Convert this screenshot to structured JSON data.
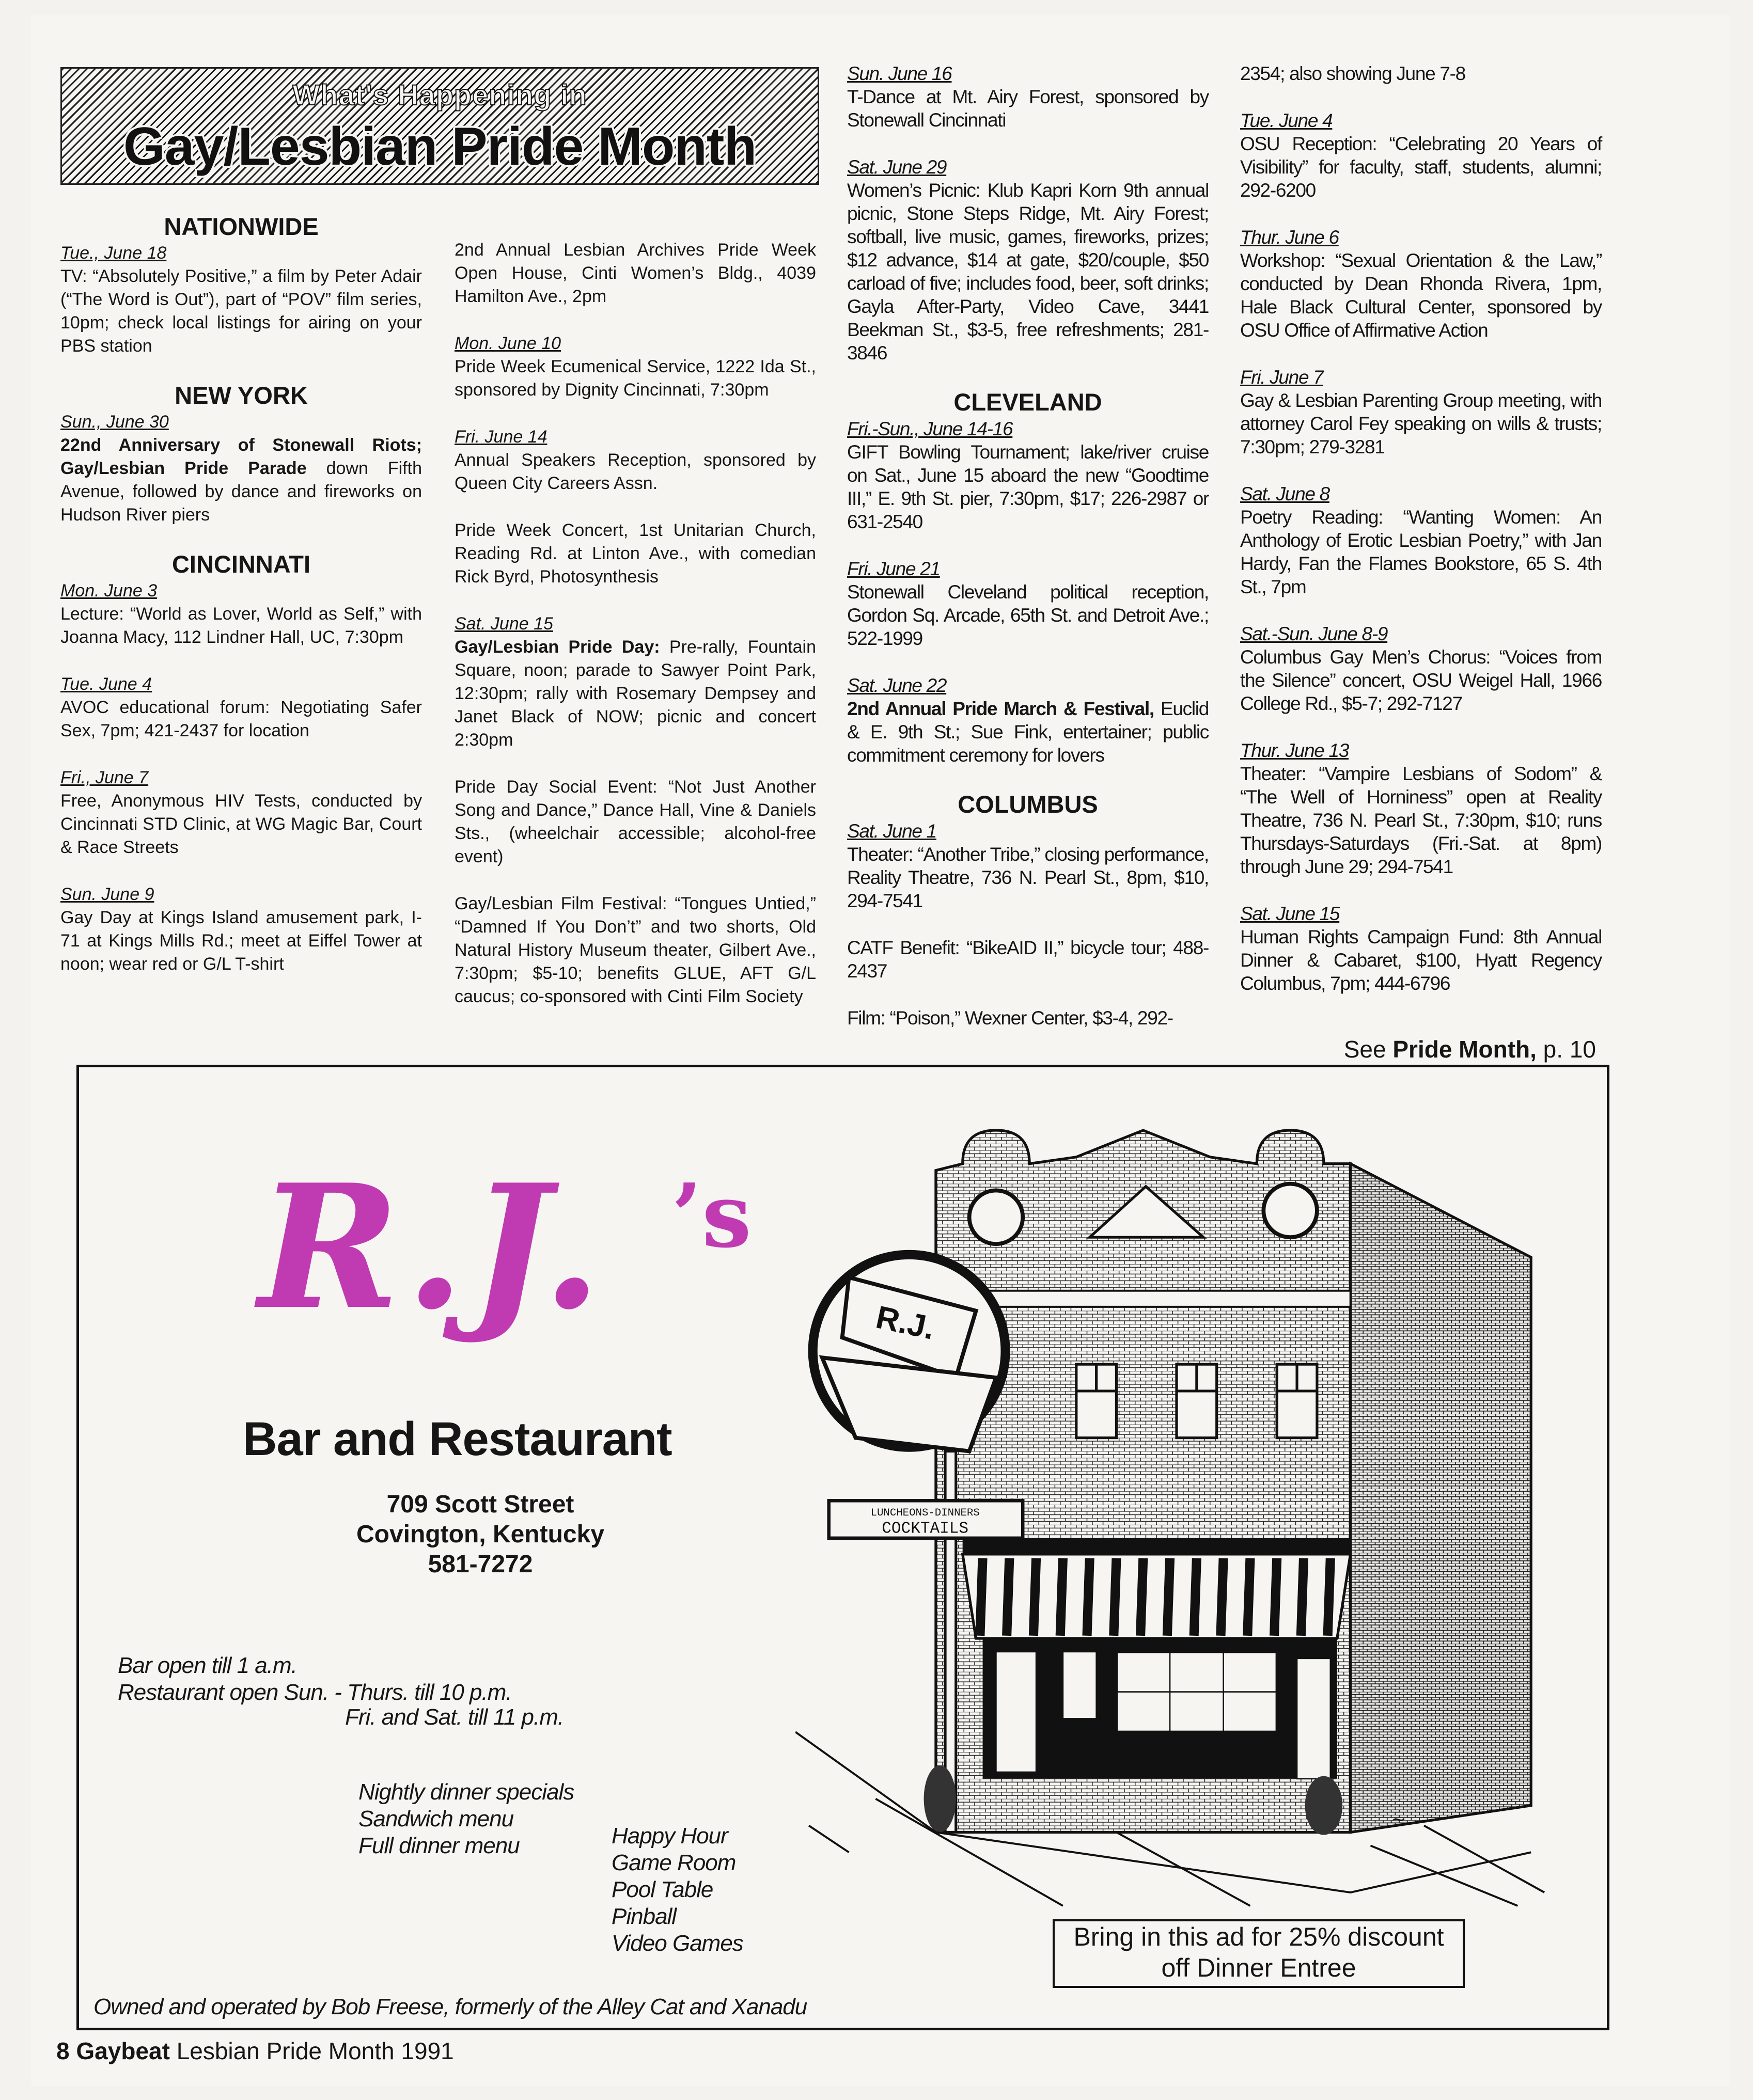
{
  "header": {
    "line1": "What's Happening in",
    "line2": "Gay/Lesbian Pride Month"
  },
  "columns": [
    {
      "items": [
        {
          "type": "heading",
          "text": "NATIONWIDE"
        },
        {
          "type": "entry",
          "date": "Tue., June 18",
          "text": "TV: “Absolutely Positive,” a film by Peter Adair (“The Word is Out”), part of “POV” film series, 10pm; check local listings for airing on your PBS station"
        },
        {
          "type": "heading",
          "text": "NEW YORK"
        },
        {
          "type": "entry",
          "date": "Sun., June 30",
          "lead": "22nd Anniversary of Stonewall Riots; Gay/Lesbian Pride Parade",
          "text": " down Fifth Avenue, followed by dance and fireworks on Hudson River piers"
        },
        {
          "type": "heading",
          "text": "CINCINNATI"
        },
        {
          "type": "entry",
          "date": "Mon. June 3",
          "text": "Lecture: “World as Lover, World as Self,” with Joanna Macy, 112 Lindner Hall, UC, 7:30pm"
        },
        {
          "type": "entry",
          "date": "Tue. June 4",
          "text": "AVOC educational forum: Negotiating Safer Sex, 7pm; 421-2437 for location"
        },
        {
          "type": "entry",
          "date": "Fri., June 7",
          "text": "Free, Anonymous HIV Tests, conducted by Cincinnati STD Clinic, at WG Magic Bar, Court & Race Streets"
        },
        {
          "type": "entry",
          "date": "Sun. June 9",
          "text": "Gay Day at Kings Island amusement park, I-71 at Kings Mills Rd.; meet at Eiffel Tower at noon; wear red or G/L T-shirt"
        }
      ]
    },
    {
      "items": [
        {
          "type": "entry",
          "text": "2nd Annual Lesbian Archives Pride Week Open House, Cinti Women’s Bldg., 4039 Hamilton Ave., 2pm"
        },
        {
          "type": "entry",
          "date": "Mon. June 10",
          "text": "Pride Week Ecumenical Service, 1222 Ida St., sponsored by Dignity Cincinnati, 7:30pm"
        },
        {
          "type": "entry",
          "date": "Fri. June 14",
          "text": "Annual Speakers Reception, sponsored by Queen City Careers Assn."
        },
        {
          "type": "entry",
          "text": "Pride Week Concert, 1st Unitarian Church, Reading Rd. at Linton Ave., with comedian Rick Byrd, Photosynthesis"
        },
        {
          "type": "entry",
          "date": "Sat. June 15",
          "lead": "Gay/Lesbian Pride Day:",
          "text": " Pre-rally, Fountain Square, noon; parade to Sawyer Point Park, 12:30pm; rally with Rosemary Dempsey and Janet Black of NOW; picnic and concert 2:30pm"
        },
        {
          "type": "entry",
          "text": "Pride Day Social Event: “Not Just Another Song and Dance,” Dance Hall, Vine & Daniels Sts., (wheelchair accessible; alcohol-free event)"
        },
        {
          "type": "entry",
          "text": "Gay/Lesbian Film Festival: “Tongues Untied,” “Damned If You Don’t” and two shorts, Old Natural History Museum theater, Gilbert Ave., 7:30pm; $5-10; benefits GLUE, AFT G/L caucus; co-sponsored with Cinti Film Society"
        }
      ]
    },
    {
      "items": [
        {
          "type": "entry",
          "date": "Sun. June 16",
          "text": "T-Dance at Mt. Airy Forest, sponsored by Stonewall Cincinnati"
        },
        {
          "type": "entry",
          "date": "Sat. June 29",
          "text": "Women’s Picnic: Klub Kapri Korn 9th annual picnic, Stone Steps Ridge, Mt. Airy Forest; softball, live music, games, fireworks, prizes; $12 advance, $14 at gate, $20/couple, $50 carload of five; includes food, beer, soft drinks; Gayla After-Party, Video Cave, 3441 Beekman St., $3-5, free refreshments; 281-3846"
        },
        {
          "type": "heading",
          "text": "CLEVELAND"
        },
        {
          "type": "entry",
          "date": "Fri.-Sun., June 14-16",
          "text": "GIFT Bowling Tournament; lake/river cruise on Sat., June 15 aboard the new “Goodtime III,” E. 9th St. pier, 7:30pm, $17; 226-2987 or 631-2540"
        },
        {
          "type": "entry",
          "date": "Fri. June 21",
          "text": "Stonewall Cleveland political reception, Gordon Sq. Arcade, 65th St. and Detroit Ave.; 522-1999"
        },
        {
          "type": "entry",
          "date": "Sat. June 22",
          "lead": "2nd Annual Pride March & Festival,",
          "text": " Euclid & E. 9th St.; Sue Fink, entertainer; public commitment ceremony for lovers"
        },
        {
          "type": "heading",
          "text": "COLUMBUS"
        },
        {
          "type": "entry",
          "date": "Sat. June 1",
          "text": "Theater: “Another Tribe,” closing performance, Reality Theatre, 736 N. Pearl St., 8pm, $10, 294-7541"
        },
        {
          "type": "entry",
          "text": "CATF Benefit: “BikeAID II,” bicycle tour; 488-2437"
        },
        {
          "type": "entry",
          "text": "Film: “Poison,” Wexner Center, $3-4, 292-"
        }
      ]
    },
    {
      "items": [
        {
          "type": "entry",
          "text": "2354; also showing June 7-8"
        },
        {
          "type": "entry",
          "date": "Tue. June 4",
          "text": "OSU Reception: “Celebrating 20 Years of Visibility” for faculty, staff, students, alumni; 292-6200"
        },
        {
          "type": "entry",
          "date": "Thur. June 6",
          "text": "Workshop: “Sexual Orientation & the Law,” conducted by Dean Rhonda Rivera, 1pm, Hale Black Cultural Center, sponsored by OSU Office of Affirmative Action"
        },
        {
          "type": "entry",
          "date": "Fri. June 7",
          "text": "Gay & Lesbian Parenting Group meeting, with attorney Carol Fey speaking on wills & trusts; 7:30pm; 279-3281"
        },
        {
          "type": "entry",
          "date": "Sat. June 8",
          "text": "Poetry Reading: “Wanting Women: An Anthology of Erotic Lesbian Poetry,” with Jan Hardy, Fan the Flames Bookstore, 65 S. 4th St., 7pm"
        },
        {
          "type": "entry",
          "date": "Sat.-Sun. June 8-9",
          "text": "Columbus Gay Men’s Chorus: “Voices from the Silence” concert, OSU Weigel Hall, 1966 College Rd., $5-7; 292-7127"
        },
        {
          "type": "entry",
          "date": "Thur. June 13",
          "text": "Theater: “Vampire Lesbians of Sodom” & “The Well of Horniness” open at Reality Theatre, 736 N. Pearl St., 7:30pm, $10; runs Thursdays-Saturdays (Fri.-Sat. at 8pm) through June 29; 294-7541"
        },
        {
          "type": "entry",
          "date": "Sat. June 15",
          "text": "Human Rights Campaign Fund: 8th Annual Dinner & Cabaret, $100, Hyatt Regency Columbus, 7pm; 444-6796"
        }
      ]
    }
  ],
  "continued": {
    "prefix": "See ",
    "bold": "Pride Month,",
    "suffix": " p. 10"
  },
  "ad": {
    "logo": "R.J.",
    "logo_suffix": "’s",
    "logo_color": "#c03bb2",
    "subtitle": "Bar and Restaurant",
    "address": [
      "709 Scott Street",
      "Covington, Kentucky",
      "581-7272"
    ],
    "hours": [
      "Bar open till 1 a.m.",
      "Restaurant open Sun. - Thurs. till 10 p.m.",
      "Fri. and Sat. till 11 p.m."
    ],
    "menu": [
      "Nightly dinner specials",
      "Sandwich menu",
      "Full dinner menu"
    ],
    "amenities": [
      "Happy Hour",
      "Game Room",
      "Pool Table",
      "Pinball",
      "Video Games"
    ],
    "sign_rj": "R.J.",
    "sign_top": "LUNCHEONS-DINNERS",
    "sign_bottom": "COCKTAILS",
    "discount": [
      "Bring in this ad for 25% discount",
      "off Dinner Entree"
    ],
    "owner": "Owned and operated by Bob Freese, formerly of the Alley Cat and Xanadu"
  },
  "footer": {
    "page": "8",
    "publication": "Gaybeat",
    "issue": "Lesbian Pride Month 1991"
  }
}
